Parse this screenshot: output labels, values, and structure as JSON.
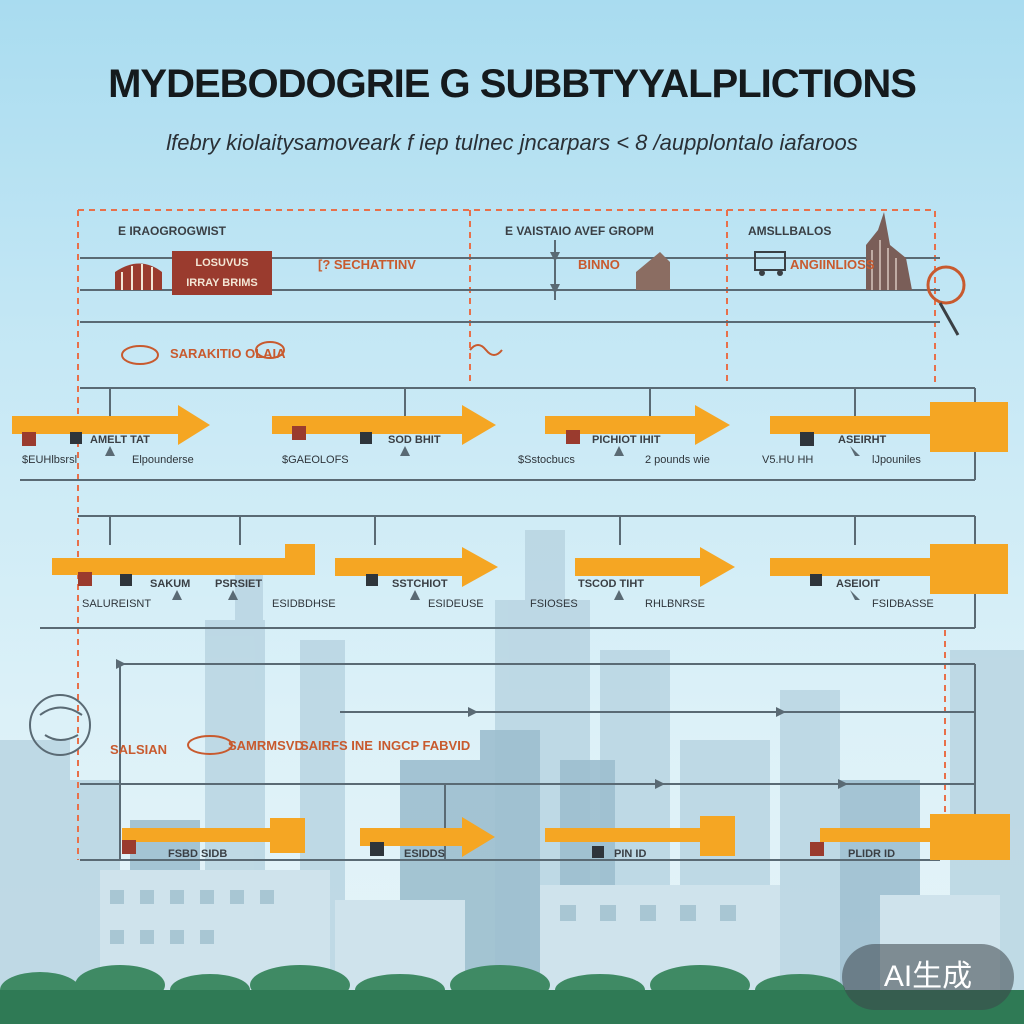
{
  "title": "MYDEBODOGRIE G SUBBTYYALPLICTIONS",
  "subtitle": "lfebry   kiolaitysamoveark  f  iep tulnec   jncarpars < 8  /aupplontalo iafaroos",
  "top_labels": {
    "col1_head": "E  IRAOGROGWIST",
    "col1_box": [
      "LOSUVUS",
      "IRRAY  BRIMS"
    ],
    "col1_mid": "[? SECHATTINV",
    "col2_head": "E  VAISTAIO  AVEF  GROPM",
    "col2_mid": "BINNO",
    "col3_head": "AMSLLBALOS",
    "col3_mid": "ANGIINLIOSS",
    "row2_label": "SARAKITIO  OLAIA"
  },
  "row1": {
    "heads": [
      "AMELT  TAT",
      "SOD  BHIT",
      "PICHIOT  IHIT",
      "ASEIRHT"
    ],
    "subs": [
      "$EUHlbsrsl",
      "Elpounderse",
      "$GAEOLOFS",
      "$Sstocbucs",
      "2 pounds  wie",
      "V5.HU  HH",
      "lJpouniles"
    ]
  },
  "row2": {
    "heads": [
      "SAKUM",
      "PSRSIET",
      "SSTCHIOT",
      "TSCOD  TIHT",
      "ASEIOIT"
    ],
    "subs": [
      "SALUREISNT",
      "ESIDBDHSE",
      "ESIDEUSE",
      "FSIOSES",
      "RHLBNRSE",
      "FSIDBASSE"
    ]
  },
  "row3": {
    "left": "SALSIAN",
    "labels": [
      "SAMRMSVD",
      "SAIRFS  INE",
      "INGCP  FABVID"
    ]
  },
  "row4": {
    "labels": [
      "FSBD  SIDB",
      "ESIDDS",
      "PIN  ID",
      "PLIDR  ID"
    ]
  },
  "badge": "AI生成",
  "colors": {
    "accent": "#f5a623",
    "dashed": "#e8704a",
    "line": "#5a6a74",
    "ground": "#2f7a55"
  }
}
